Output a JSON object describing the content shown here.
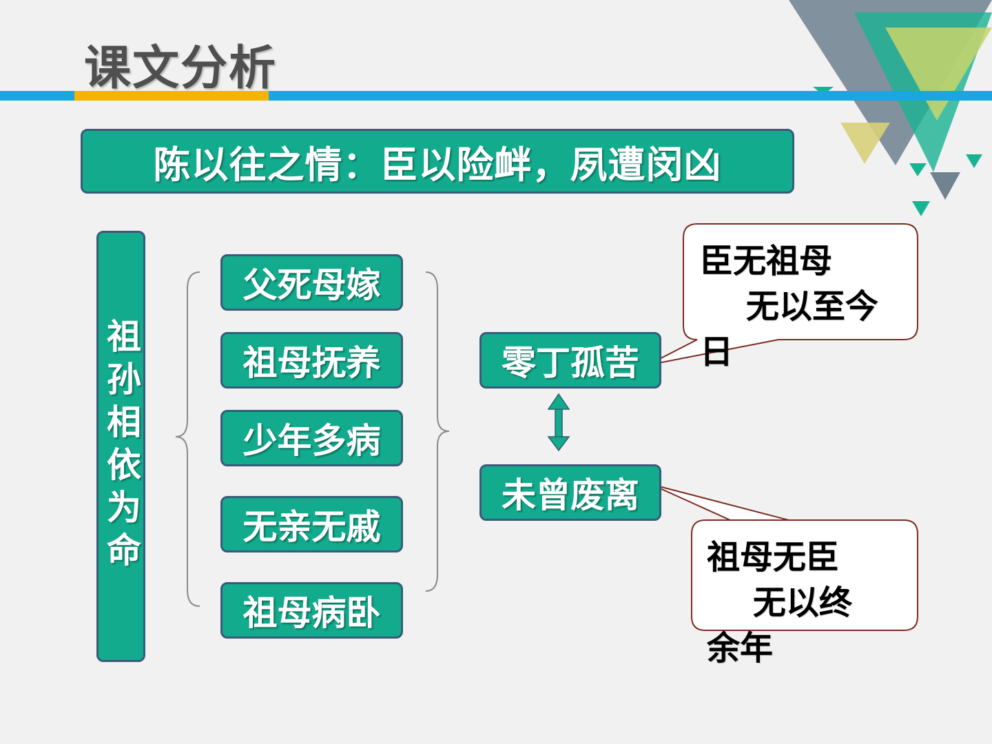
{
  "slide": {
    "title": "课文分析",
    "heading": "陈以往之情：臣以险衅，夙遭闵凶",
    "left_label": "祖孙相依为命",
    "items": [
      "父死母嫁",
      "祖母抚养",
      "少年多病",
      "无亲无戚",
      "祖母病卧"
    ],
    "results": [
      "零丁孤苦",
      "未曾废离"
    ],
    "callouts": [
      {
        "text": "臣无祖母\n    无以至今\n日"
      },
      {
        "text": "祖母无臣\n    无以终\n余年"
      }
    ]
  },
  "colors": {
    "accent_green": "#13ab8d",
    "box_border": "#3a5a7a",
    "title_gray": "#4f4f4f",
    "bar_blue": "#1aa6e0",
    "bar_yellow": "#f5b400",
    "callout_border": "#7a2a20"
  }
}
